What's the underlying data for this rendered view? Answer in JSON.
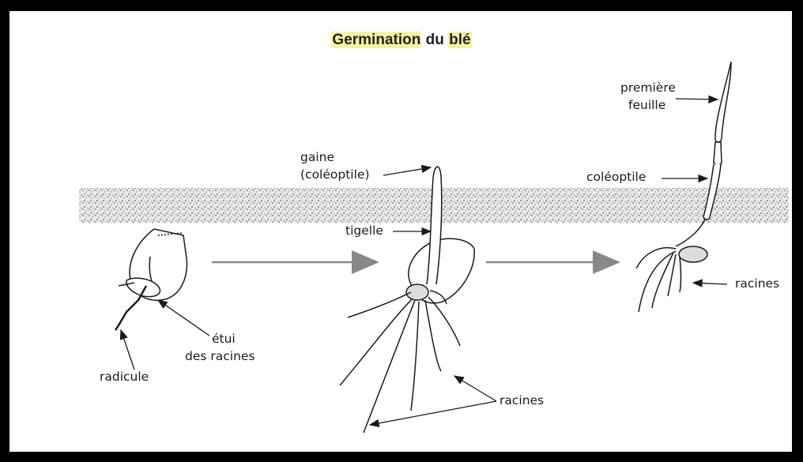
{
  "title": {
    "word1": "Germination",
    "word2": " du ",
    "word3": "blé"
  },
  "labels": {
    "radicule": "radicule",
    "etui_line1": "étui",
    "etui_line2": "des racines",
    "gaine_line1": "gaine",
    "gaine_line2": "(coléoptile)",
    "tigelle": "tigelle",
    "racines_mid": "racines",
    "premiere_line1": "première",
    "premiere_line2": "feuille",
    "coleoptile": "coléoptile",
    "racines_right": "racines"
  },
  "colors": {
    "frame": "#000000",
    "background": "#ffffff",
    "title_highlight": "#f6f3a0",
    "soil": "#9a9a9a",
    "ink": "#1a1a1a",
    "arrow": "#888888"
  }
}
